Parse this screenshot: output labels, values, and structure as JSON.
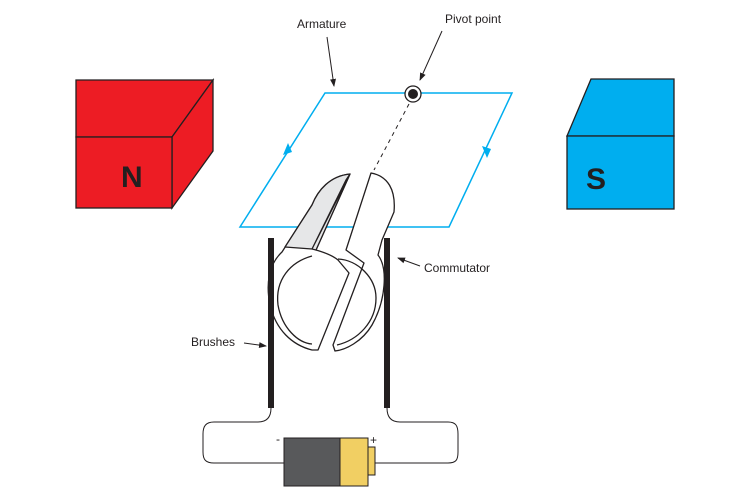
{
  "title": "DC motor diagram",
  "colors": {
    "north_magnet": "#ed1c24",
    "south_magnet": "#00aeef",
    "armature": "#00aeef",
    "outline": "#231f20",
    "battery_body": "#58595b",
    "battery_cap": "#f1cf63",
    "commutator_shade": "#e6e7e8"
  },
  "magnets": {
    "north": {
      "letter": "N"
    },
    "south": {
      "letter": "S"
    }
  },
  "labels": {
    "armature": "Armature",
    "pivot_point": "Pivot point",
    "commutator": "Commutator",
    "brushes": "Brushes"
  },
  "battery": {
    "negative": "-",
    "positive": "+"
  }
}
